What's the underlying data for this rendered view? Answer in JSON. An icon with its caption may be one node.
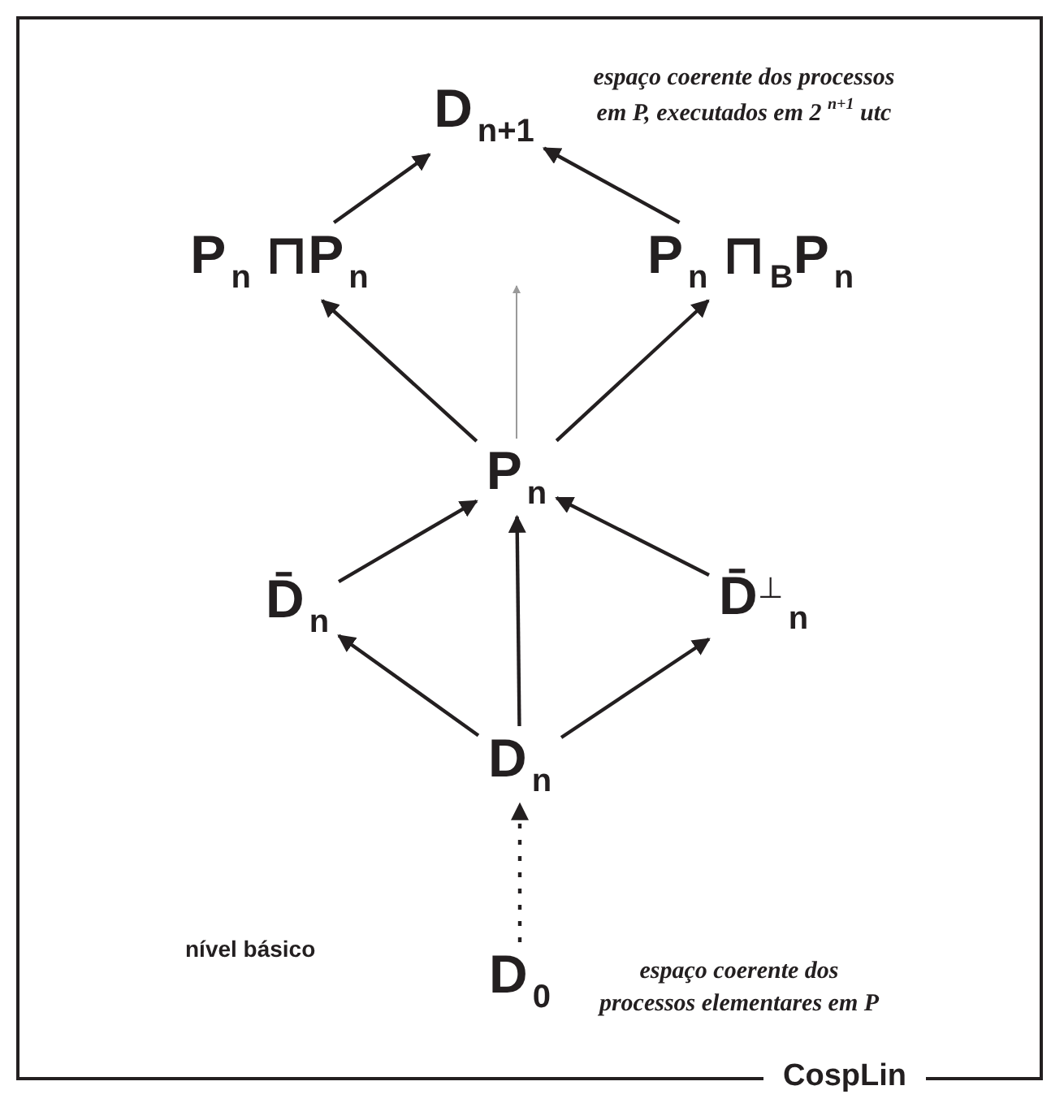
{
  "diagram": {
    "title": "CospLin",
    "nodes": [
      {
        "text": [
          "D$_{n+1}$"
        ],
        "beside": [
          "espaço coerente dos processos em P, executados em 2 $^{n+1}$ utc"
        ]
      },
      {
        "text": [
          "P$_{n}$ ⊓P$_{n}$"
        ]
      },
      {
        "text": [
          "P$_{n}$ ⊓$_{B}$P$_{n}$"
        ]
      },
      {
        "text": [
          "P$_{n}$"
        ]
      },
      {
        "text": [
          "D̄$_{n}$"
        ]
      },
      {
        "text": [
          "D̄$^{⊥}$$_{n}$"
        ]
      },
      {
        "text": [
          "D$_{n}$"
        ]
      },
      {
        "text": [
          "D$_{0}$"
        ],
        "beside": [
          "espaço coerente dos processos elementares em P"
        ]
      }
    ],
    "edges": [
      {
        "from": 1,
        "to": 0,
        "arrow": "to"
      },
      {
        "from": 2,
        "to": 0,
        "arrow": "to"
      },
      {
        "from": 3,
        "to": 1,
        "arrow": "to"
      },
      {
        "from": 3,
        "to": null,
        "arrow": "to",
        "color": "#9a9a9a"
      },
      {
        "from": 3,
        "to": 2,
        "arrow": "to"
      },
      {
        "from": 4,
        "to": 3,
        "arrow": "to"
      },
      {
        "from": 6,
        "to": 3,
        "arrow": "to"
      },
      {
        "from": 5,
        "to": 3,
        "arrow": "to"
      },
      {
        "from": 6,
        "to": 4,
        "arrow": "to"
      },
      {
        "from": 6,
        "to": 5,
        "arrow": "to"
      },
      {
        "from": 7,
        "to": 6,
        "arrow": "to",
        "style": "dashed"
      }
    ],
    "labels": [
      "nível básico"
    ]
  }
}
